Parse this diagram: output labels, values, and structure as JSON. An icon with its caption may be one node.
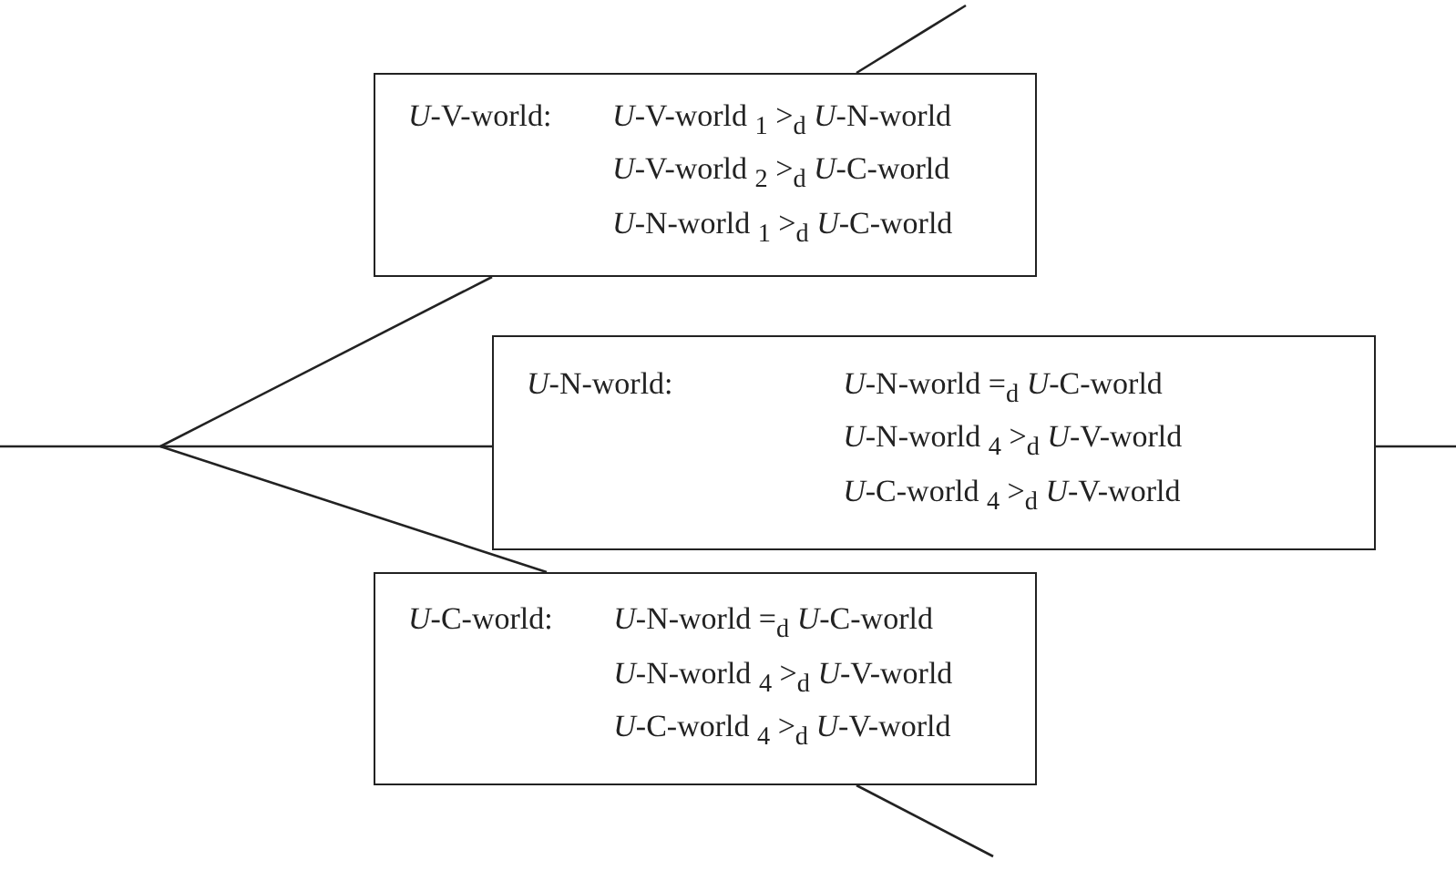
{
  "diagram": {
    "nodes": [
      {
        "text": [
          "*U*-V-world:",
          "*U*-V-world $_{1}$ >$_{d}$ *U*-N-world",
          "*U*-V-world $_{2}$ >$_{d}$ *U*-C-world",
          "*U*-N-world $_{1}$ >$_{d}$ *U*-C-world"
        ]
      },
      {
        "text": [
          "*U*-N-world:",
          "*U*-N-world =$_{d}$ *U*-C-world",
          "*U*-N-world $_{4}$ >$_{d}$ *U*-V-world",
          "*U*-C-world $_{4}$ >$_{d}$ *U*-V-world"
        ]
      },
      {
        "text": [
          "*U*-C-world:",
          "*U*-N-world =$_{d}$ *U*-C-world",
          "*U*-N-world $_{4}$ >$_{d}$ *U*-V-world",
          "*U*-C-world $_{4}$ >$_{d}$ *U*-V-world"
        ]
      }
    ],
    "edges": [
      {
        "from": null,
        "to": 0,
        "arrow": "none"
      },
      {
        "from": null,
        "to": 1,
        "arrow": "none"
      },
      {
        "from": null,
        "to": 2,
        "arrow": "none"
      },
      {
        "from": 0,
        "to": null,
        "arrow": "none"
      },
      {
        "from": 1,
        "to": null,
        "arrow": "none"
      },
      {
        "from": 2,
        "to": null,
        "arrow": "none"
      }
    ]
  }
}
